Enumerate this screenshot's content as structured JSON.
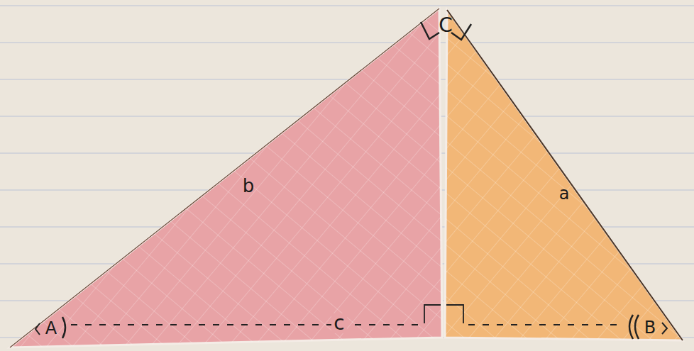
{
  "diagram": {
    "labels": [
      "C",
      "b",
      "a",
      "c",
      "A",
      "B"
    ]
  }
}
